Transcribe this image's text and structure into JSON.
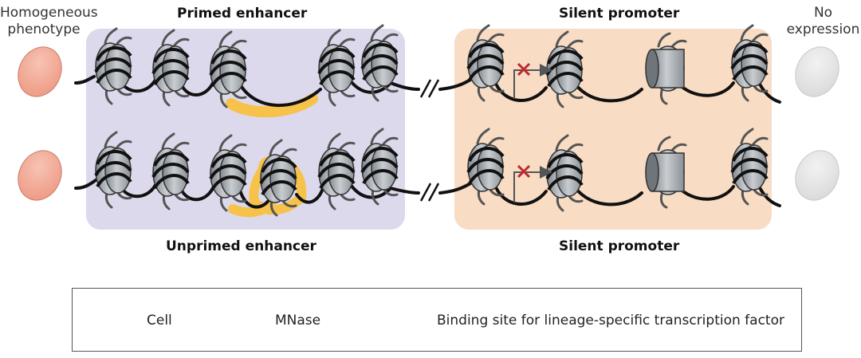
{
  "labels": {
    "left_top": "Homogeneous",
    "left_bottom": "phenotype",
    "right_top": "No",
    "right_bottom": "expression"
  },
  "titles": {
    "primed": "Primed enhancer",
    "unprimed": "Unprimed enhancer",
    "silent_top": "Silent promoter",
    "silent_bottom": "Silent promoter"
  },
  "legend": {
    "cell": "Cell",
    "mnase": "MNase",
    "binding": "Binding site for lineage-specific transcription factor"
  },
  "colors": {
    "enhancer_panel": "#dcd9ec",
    "promoter_panel": "#f8dcc4",
    "cell_fill": "#f2a892",
    "no_expression_cell": "#e6e6e6",
    "binding_site": "#f7c24a",
    "repressed_mark": "#c0282d"
  }
}
